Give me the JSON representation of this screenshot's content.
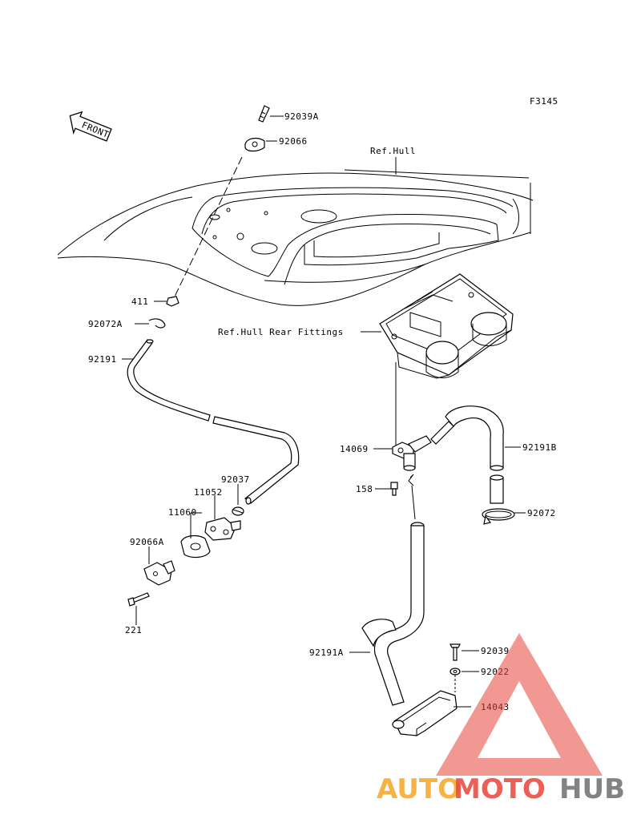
{
  "figure_code": "F3145",
  "front_label": "FRONT",
  "ref_labels": {
    "hull": "Ref.Hull",
    "hull_rear_fittings": "Ref.Hull Rear Fittings"
  },
  "parts": {
    "p92039A": "92039A",
    "p92066": "92066",
    "p411": "411",
    "p92072A": "92072A",
    "p92191": "92191",
    "p92037": "92037",
    "p11052": "11052",
    "p11060": "11060",
    "p92066A": "92066A",
    "p221": "221",
    "p14069": "14069",
    "p158": "158",
    "p92191B": "92191B",
    "p92072": "92072",
    "p92191A": "92191A",
    "p92039": "92039",
    "p92022": "92022",
    "p14043": "14043"
  },
  "watermark": {
    "part1": "AUTO",
    "part2": "MOTO",
    "part3": "HUB",
    "colors": {
      "auto": "#f5a623",
      "moto": "#e8443a",
      "hub": "#6e6e6e",
      "triangle": "#e8443a"
    }
  }
}
